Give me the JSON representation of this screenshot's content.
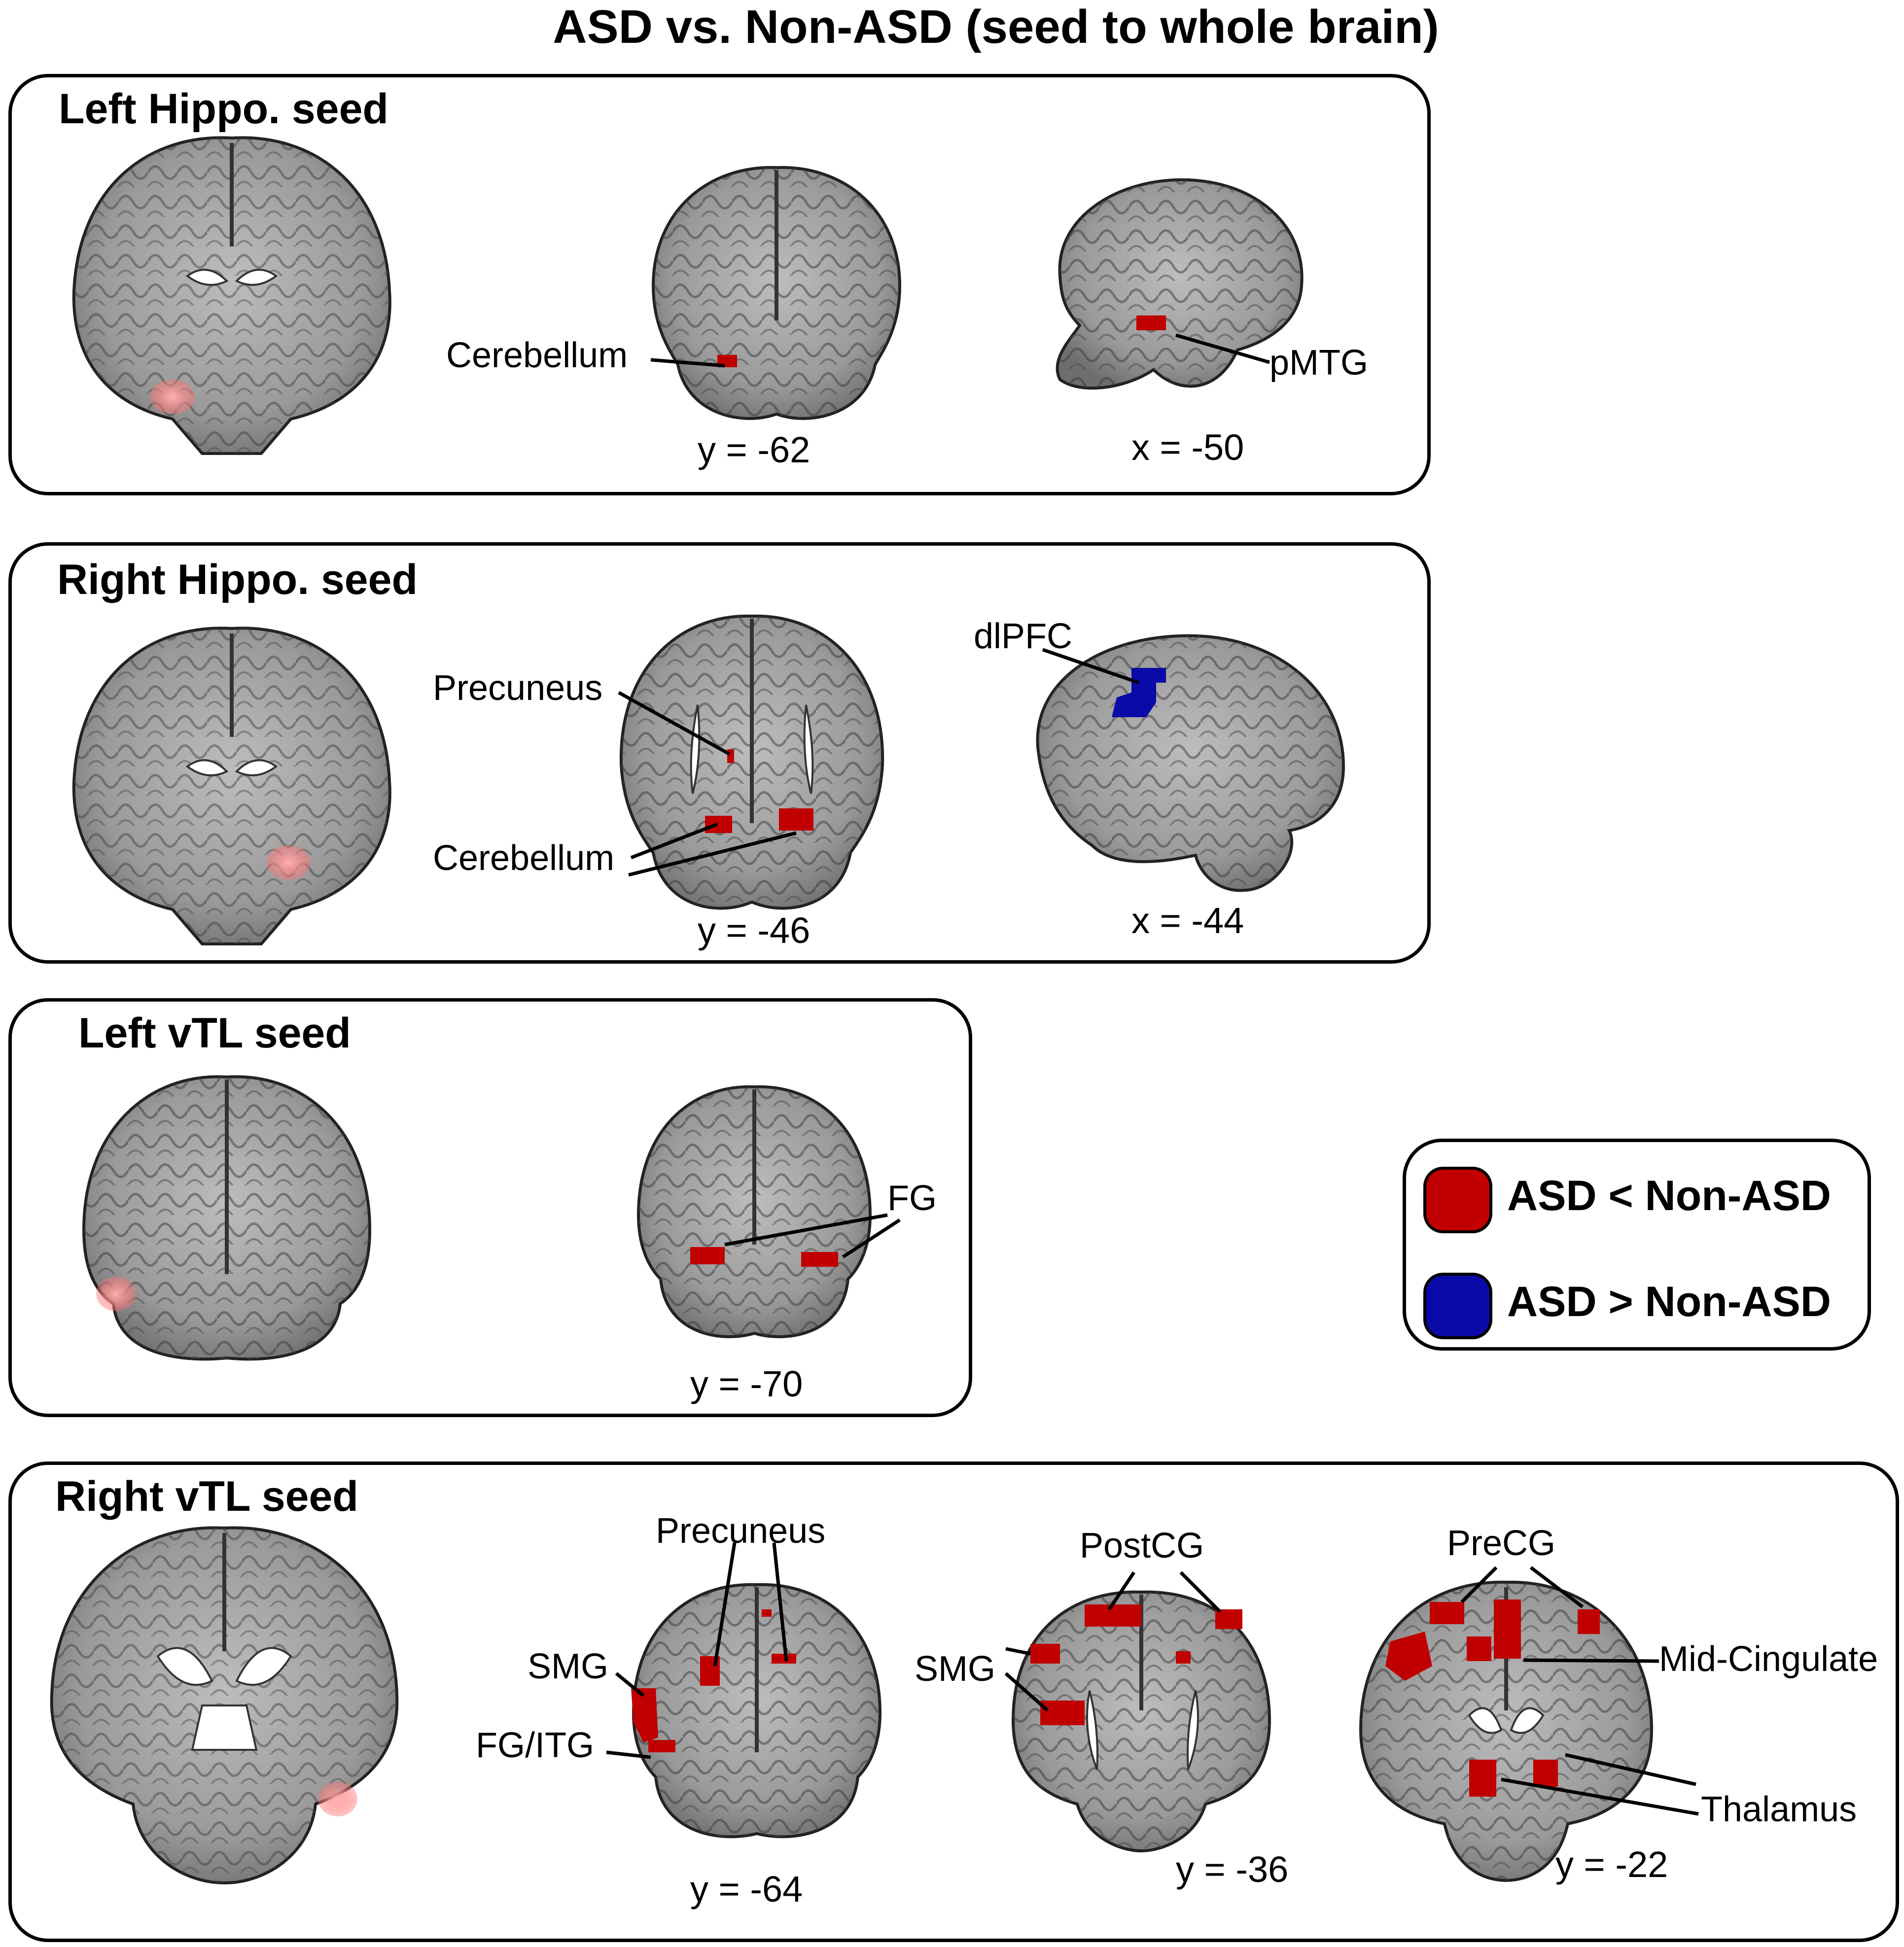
{
  "title": "ASD vs. Non-ASD (seed to whole brain)",
  "colors": {
    "decrease": "#c00000",
    "increase": "#0a0aa8",
    "seed": "#ff8a8a"
  },
  "panels": [
    {
      "title": "Left Hippo. seed",
      "coords": [
        "y = -62",
        "x = -50"
      ],
      "labels": [
        "Cerebellum",
        "pMTG"
      ]
    },
    {
      "title": "Right Hippo. seed",
      "coords": [
        "y = -46",
        "x = -44"
      ],
      "labels": [
        "Precuneus",
        "Cerebellum",
        "dlPFC"
      ]
    },
    {
      "title": "Left vTL seed",
      "coords": [
        "y = -70"
      ],
      "labels": [
        "FG"
      ]
    },
    {
      "title": "Right vTL seed",
      "coords": [
        "y = -64",
        "y = -36",
        "y = -22"
      ],
      "labels": [
        "Precuneus",
        "SMG",
        "FG/ITG",
        "PostCG",
        "SMG",
        "PreCG",
        "Mid-Cingulate",
        "Thalamus"
      ]
    }
  ],
  "legend": [
    {
      "label": "ASD < Non-ASD",
      "color": "#c00000"
    },
    {
      "label": "ASD > Non-ASD",
      "color": "#0a0aa8"
    }
  ]
}
